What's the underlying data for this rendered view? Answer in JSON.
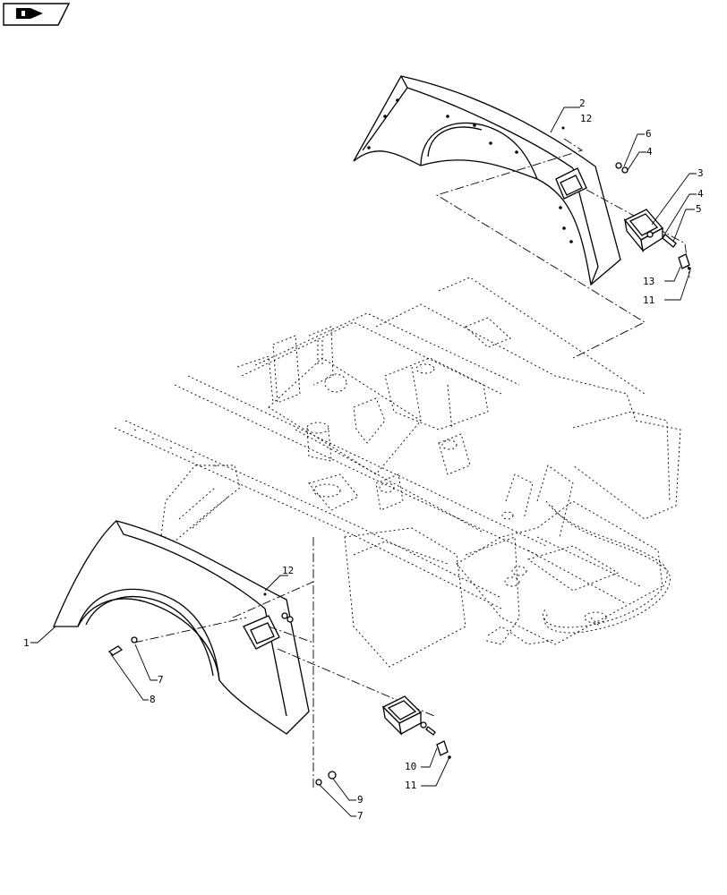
{
  "nav_icon": "next-page-arrow-icon",
  "callouts": {
    "c1": "1",
    "c2": "2",
    "c3": "3",
    "c4a": "4",
    "c4b": "4",
    "c5": "5",
    "c6": "6",
    "c7a": "7",
    "c7b": "7",
    "c8": "8",
    "c9": "9",
    "c10": "10",
    "c11a": "11",
    "c11b": "11",
    "c12a": "12",
    "c12b": "12",
    "c13": "13"
  }
}
